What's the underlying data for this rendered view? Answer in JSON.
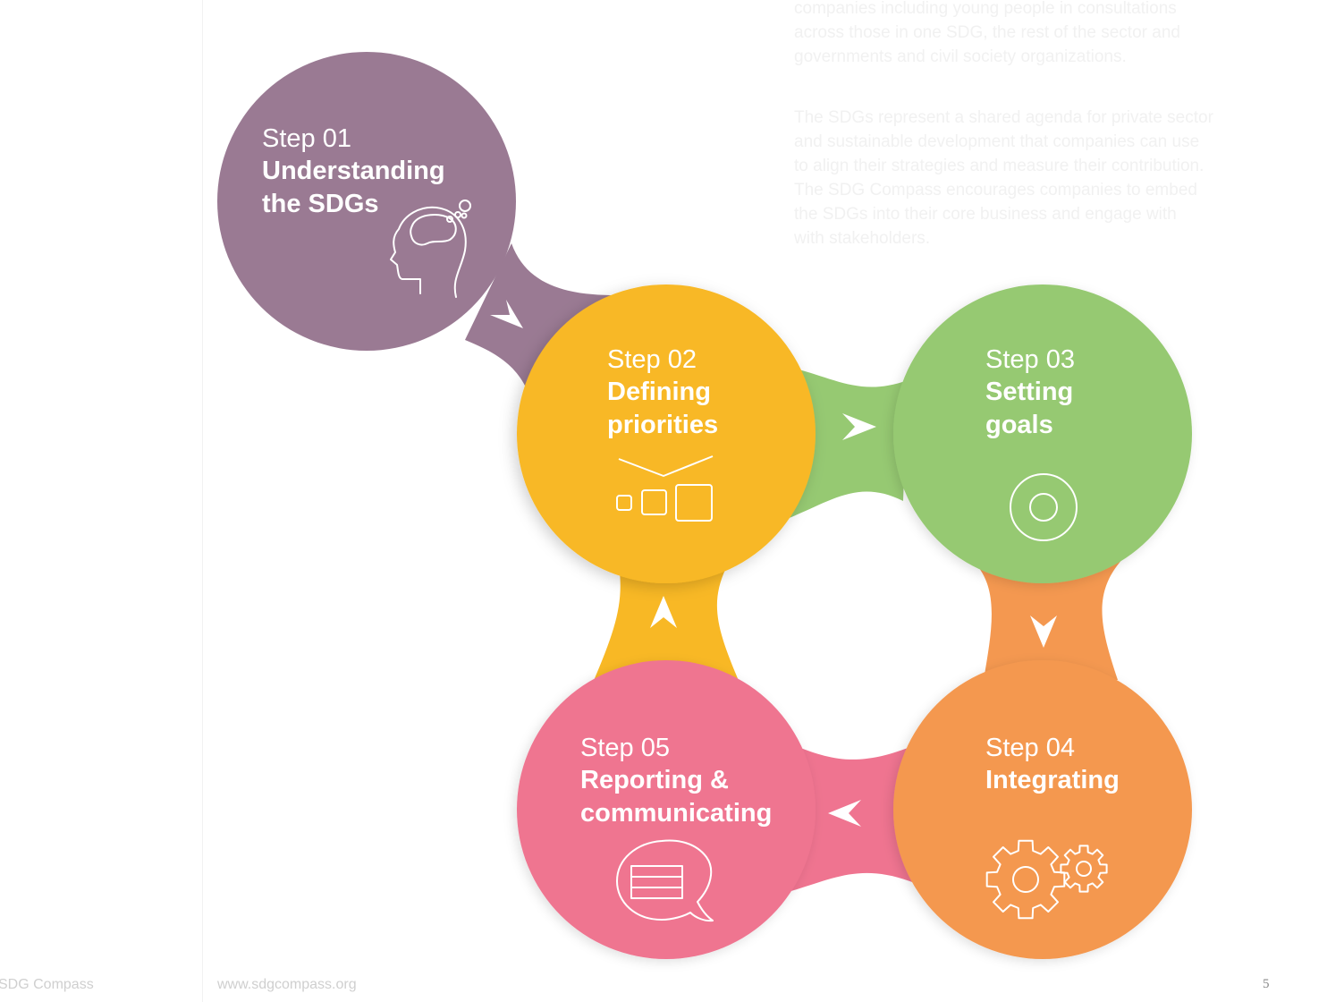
{
  "colors": {
    "step1": "#9a7a93",
    "step2": "#f8b825",
    "step3": "#96c972",
    "step4": "#f49850",
    "step5": "#ef7490"
  },
  "steps": [
    {
      "number": "Step 01",
      "title": "Understanding\nthe SDGs",
      "icon": "head-thinking-icon"
    },
    {
      "number": "Step 02",
      "title": "Defining\npriorities",
      "icon": "prioritize-boxes-icon"
    },
    {
      "number": "Step 03",
      "title": "Setting\ngoals",
      "icon": "target-icon"
    },
    {
      "number": "Step 04",
      "title": "Integrating",
      "icon": "gears-icon"
    },
    {
      "number": "Step 05",
      "title": "Reporting &\ncommunicating",
      "icon": "speech-bubble-icon"
    }
  ],
  "background_text": {
    "para1": "companies including young people in consultations\nacross those in one SDG, the rest of the sector and\ngovernments and civil society organizations.",
    "para2": "The SDGs represent a shared agenda for private sector\nand sustainable development that companies can use\nto align their strategies and measure their contribution.\nThe SDG Compass encourages companies to embed\nthe SDGs into their core business and engage with\nwith stakeholders."
  },
  "footer": {
    "left": "SDG Compass",
    "center": "www.sdgcompass.org",
    "page": "5"
  }
}
